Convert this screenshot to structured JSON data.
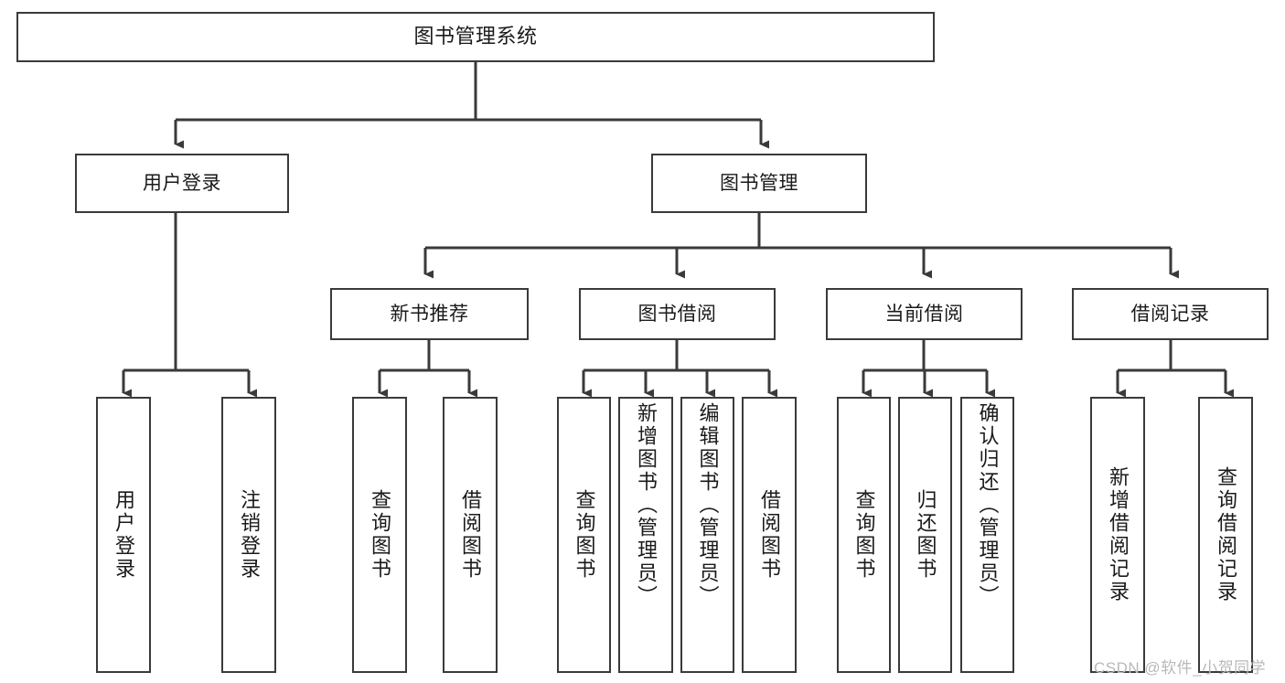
{
  "diagram": {
    "title": "图书管理系统",
    "type": "function-structure-tree",
    "background_color": "#ffffff",
    "box_border_color": "#3a3a3a",
    "edge_color": "#3a3a3a",
    "text_color": "#1a1a1a",
    "watermark": "CSDN @软件_小贺同学",
    "watermark_color": "#b9b9b9"
  },
  "nodes": {
    "root": {
      "label": "图书管理系统",
      "level": 1
    },
    "level2": [
      {
        "id": "user-login",
        "label": "用户登录",
        "level": 2
      },
      {
        "id": "book-manage",
        "label": "图书管理",
        "level": 2
      }
    ],
    "level3": [
      {
        "id": "new-book-recommend",
        "label": "新书推荐",
        "level": 3,
        "parent": "book-manage"
      },
      {
        "id": "book-borrow",
        "label": "图书借阅",
        "level": 3,
        "parent": "book-manage"
      },
      {
        "id": "current-borrow",
        "label": "当前借阅",
        "level": 3,
        "parent": "book-manage"
      },
      {
        "id": "borrow-record",
        "label": "借阅记录",
        "level": 3,
        "parent": "book-manage"
      }
    ],
    "leaves": [
      {
        "id": "leaf-user-login",
        "label": "用户登录",
        "parent": "user-login"
      },
      {
        "id": "leaf-user-logout",
        "label": "注销登录",
        "parent": "user-login"
      },
      {
        "id": "leaf-query-book-1",
        "label": "查询图书",
        "parent": "new-book-recommend"
      },
      {
        "id": "leaf-borrow-book-1",
        "label": "借阅图书",
        "parent": "new-book-recommend"
      },
      {
        "id": "leaf-query-book-2",
        "label": "查询图书",
        "parent": "book-borrow"
      },
      {
        "id": "leaf-add-book",
        "label": "新增图书（管理员）",
        "parent": "book-borrow"
      },
      {
        "id": "leaf-edit-book",
        "label": "编辑图书（管理员）",
        "parent": "book-borrow"
      },
      {
        "id": "leaf-borrow-book-2",
        "label": "借阅图书",
        "parent": "book-borrow"
      },
      {
        "id": "leaf-query-book-3",
        "label": "查询图书",
        "parent": "current-borrow"
      },
      {
        "id": "leaf-return-book",
        "label": "归还图书",
        "parent": "current-borrow"
      },
      {
        "id": "leaf-confirm-return",
        "label": "确认归还（管理员）",
        "parent": "current-borrow"
      },
      {
        "id": "leaf-add-record",
        "label": "新增借阅记录",
        "parent": "borrow-record"
      },
      {
        "id": "leaf-query-record",
        "label": "查询借阅记录",
        "parent": "borrow-record"
      }
    ]
  }
}
